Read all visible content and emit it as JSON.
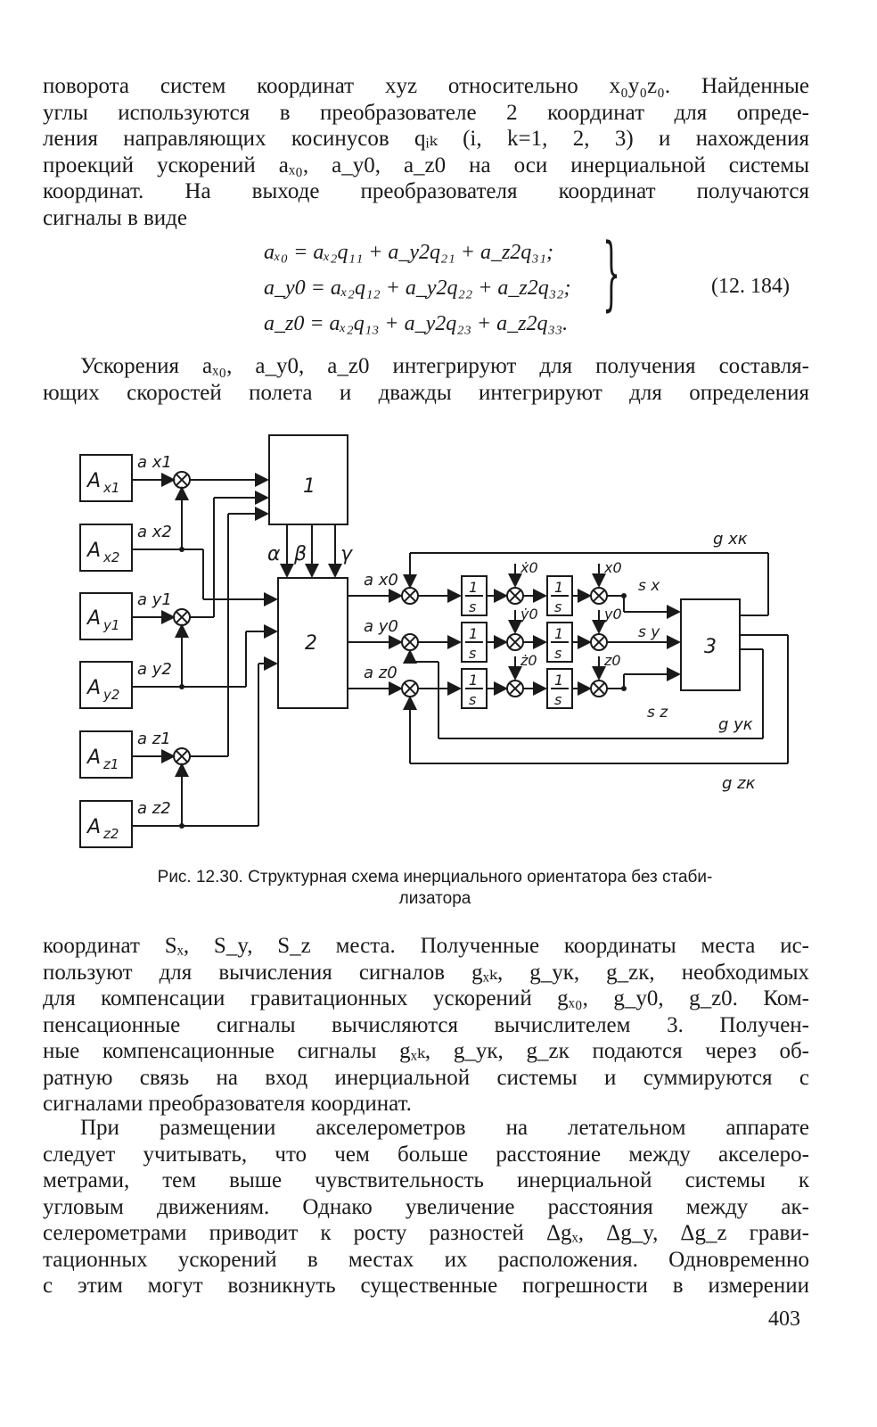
{
  "paragraph_top": [
    "поворота систем координат xyz относительно x₀y₀z₀. Найденные",
    "углы используются в преобразователе 2 координат для опреде-",
    "ления направляющих косинусов qᵢₖ (i, k=1, 2, 3) и нахождения",
    "проекций ускорений aₓ₀, a_y0, a_z0 на оси инерциальной системы",
    "координат. На выходе преобразователя координат получаются",
    "сигналы в виде"
  ],
  "equations": [
    "aₓ₀ = aₓ₂q₁₁ + a_y2q₂₁ + a_z2q₃₁;",
    "a_y0 = aₓ₂q₁₂ + a_y2q₂₂ + a_z2q₃₂;",
    "a_z0 = aₓ₂q₁₃ + a_y2q₂₃ + a_z2q₃₃."
  ],
  "equation_number": "(12. 184)",
  "paragraph_middle": [
    "Ускорения aₓ₀, a_y0, a_z0 интегрируют для получения составля-",
    "ющих скоростей полета и дважды интегрируют для определения"
  ],
  "diagram": {
    "sensors": [
      "A_x1",
      "A_x2",
      "A_y1",
      "A_y2",
      "A_z1",
      "A_z2"
    ],
    "sensor_labels": [
      "A",
      "A",
      "A",
      "A",
      "A",
      "A"
    ],
    "sensor_subs": [
      "x1",
      "x2",
      "y1",
      "y2",
      "z1",
      "z2"
    ],
    "signals": [
      "a x1",
      "a x2",
      "a y1",
      "a y2",
      "a z1",
      "a z2"
    ],
    "block1": "1",
    "block2": "2",
    "block3": "3",
    "angles": [
      "α",
      "β",
      "γ"
    ],
    "outputs2": [
      "a x0",
      "a y0",
      "a z0"
    ],
    "integrator_num": "1",
    "integrator_den": "s",
    "vel_labels": [
      "ẋ0",
      "ẏ0",
      "ż0"
    ],
    "pos_labels": [
      "x0",
      "y0",
      "z0"
    ],
    "s_labels": [
      "s x",
      "s y",
      "s z"
    ],
    "feedback": [
      "g xк",
      "g yк",
      "g zк"
    ]
  },
  "caption": [
    "Рис. 12.30. Структурная схема инерциального ориентатора без стаби-",
    "лизатора"
  ],
  "paragraph_bottom1": [
    "координат Sₓ, S_y, S_z места. Полученные координаты места ис-",
    "пользуют для вычисления сигналов gₓₖ, g_yк, g_zк, необходимых",
    "для компенсации гравитационных ускорений gₓ₀, g_y0, g_z0. Ком-",
    "пенсационные сигналы вычисляются вычислителем 3. Получен-",
    "ные компенсационные сигналы gₓₖ, g_yк, g_zк подаются через об-",
    "ратную связь на вход инерциальной системы и суммируются с",
    "сигналами преобразователя координат."
  ],
  "paragraph_bottom2": [
    "При размещении акселерометров на летательном аппарате",
    "следует учитывать, что чем больше расстояние между акселеро-",
    "метрами, тем выше чувствительность инерциальной системы к",
    "угловым движениям. Однако увеличение расстояния между ак-",
    "селерометрами приводит к росту разностей Δgₓ, Δg_y, Δg_z грави-",
    "тационных ускорений в местах их расположения. Одновременно",
    "с этим могут возникнуть существенные погрешности в измерении"
  ],
  "page_number": "403"
}
